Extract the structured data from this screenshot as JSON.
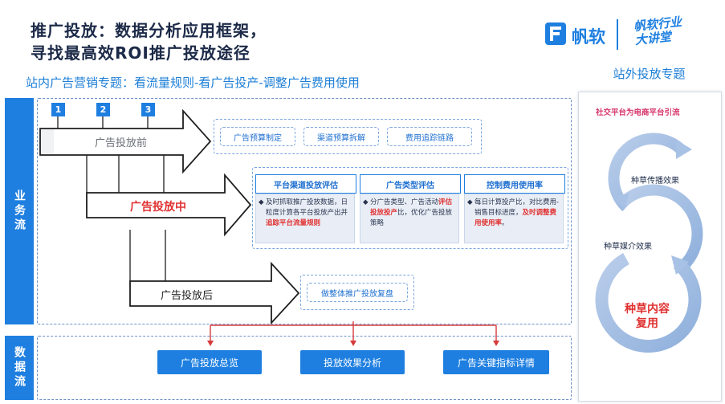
{
  "header": {
    "title_line1": "推广投放：数据分析应用框架，",
    "title_line2": "寻找最高效ROI推广投放途径",
    "subtitle": "站内广告营销专题：看流量规则-看广告投产-调整广告费用使用",
    "brand_name": "帆软",
    "slogan_line1": "帆软行业",
    "slogan_line2": "大讲堂",
    "side_title": "站外投放专题"
  },
  "lanes": {
    "business": "业务流",
    "data": "数据流"
  },
  "flow": {
    "steps": [
      "1",
      "2",
      "3"
    ],
    "before": {
      "label": "广告投放前",
      "items": [
        "广告预算制定",
        "渠道预算拆解",
        "费用追踪链路"
      ]
    },
    "during": {
      "label": "广告投放中",
      "columns": [
        {
          "title": "平台渠道投放评估",
          "text_a": "及时抓取推广投放数据，日粒度计算各平台投放产出并",
          "text_red": "追踪平台流量规则",
          "text_b": ""
        },
        {
          "title": "广告类型评估",
          "text_a": "分广告类型、广告活动",
          "text_red": "评估投放投产",
          "text_b": "比，优化广告投放策略"
        },
        {
          "title": "控制费用使用率",
          "text_a": "每日计算投产比，对比费用-销售目标进度，",
          "text_red": "及时调整费用使用率",
          "text_b": "。"
        }
      ]
    },
    "after": {
      "label": "广告投放后",
      "item": "做整体推广投放复盘"
    }
  },
  "data_flow": {
    "buttons": [
      "广告投放总览",
      "投放效果分析",
      "广告关键指标详情"
    ]
  },
  "offsite": {
    "heading": "社交平台为电商平台引流",
    "cycle": [
      "种草传播效果",
      "种草媒介效果",
      "种草内容复用"
    ]
  },
  "colors": {
    "accent": "#1e7fe0",
    "highlight_red": "#e03131",
    "heading_pink": "#d6336c"
  }
}
